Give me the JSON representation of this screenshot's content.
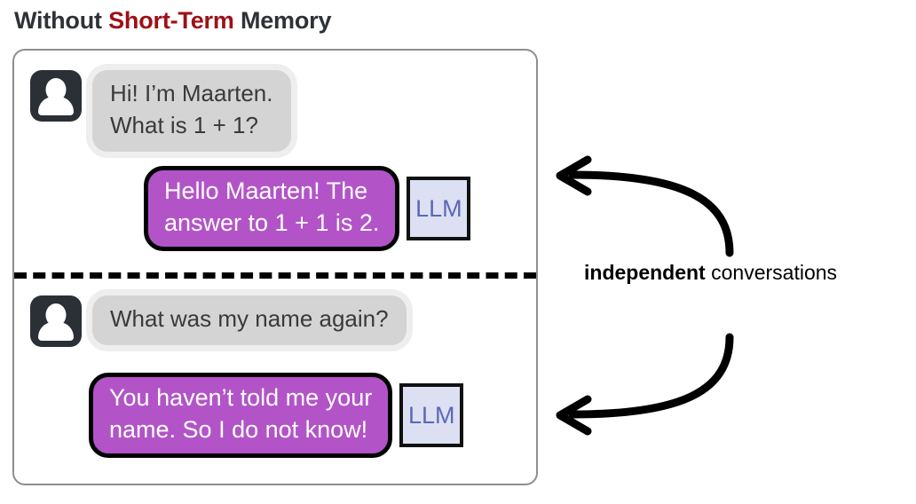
{
  "title": {
    "prefix": "Without ",
    "accent": "Short-Term",
    "suffix": " Memory",
    "accent_color": "#9e1016",
    "text_color": "#2e3236"
  },
  "annotation": {
    "strong": "independent",
    "rest": " conversations"
  },
  "colors": {
    "bot_bubble": "#b254c8",
    "user_bubble": "#d4d4d4",
    "llm_badge_bg": "#dce0f2",
    "llm_badge_text": "#5b68b8",
    "avatar_bg": "#2b3036",
    "panel_border": "#8e8e92",
    "arrow": "#000000"
  },
  "conversations": [
    {
      "id": "conversation-1",
      "user": {
        "text": "Hi! I’m Maarten.\nWhat is 1 + 1?",
        "avatar": "person-icon"
      },
      "bot": {
        "text": "Hello Maarten! The\nanswer to 1 + 1 is 2.",
        "badge": "LLM"
      }
    },
    {
      "id": "conversation-2",
      "user": {
        "text": "What was my name again?",
        "avatar": "person-icon"
      },
      "bot": {
        "text": "You haven’t told me your\nname. So I do not know!",
        "badge": "LLM"
      }
    }
  ]
}
